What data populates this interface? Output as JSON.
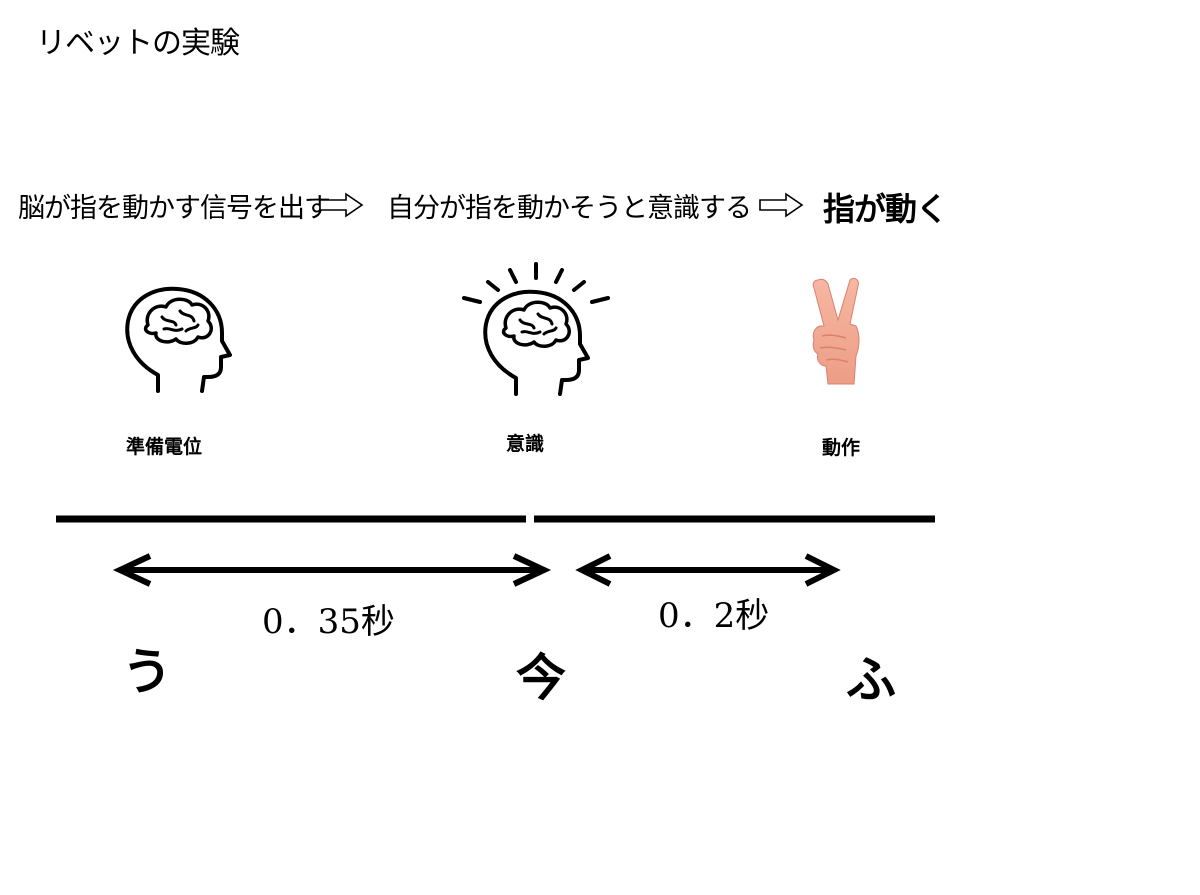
{
  "title": "リベットの実験",
  "flow": {
    "step1": "脳が指を動かす信号を出す",
    "step2": "自分が指を動かそうと意識する",
    "step3": "指が動く"
  },
  "labels": {
    "readiness": "準備電位",
    "consciousness": "意識",
    "action": "動作"
  },
  "durations": {
    "first": "0．35秒",
    "second": "0．2秒"
  },
  "markers": {
    "left": "う",
    "middle": "今",
    "right": "ふ"
  },
  "icons": {
    "brain_head": "brain-head-icon",
    "thinking_head": "thinking-head-icon",
    "peace_hand": "peace-hand-icon",
    "flow_arrow": "outline-right-arrow-icon"
  }
}
